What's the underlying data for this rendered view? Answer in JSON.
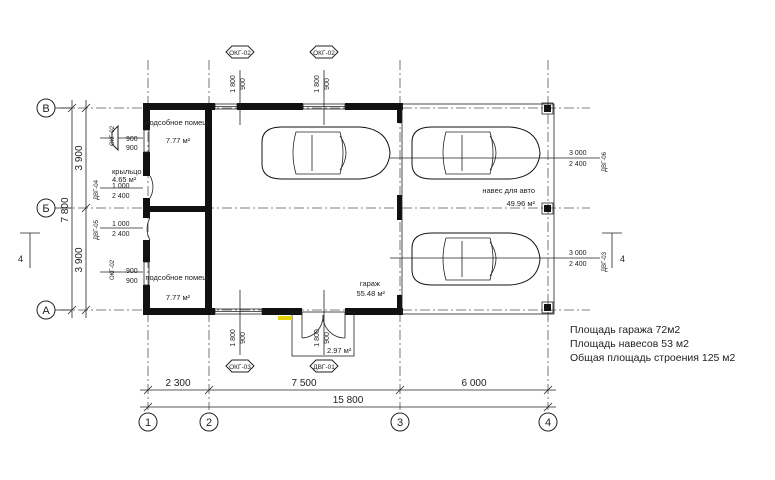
{
  "axes": {
    "letters": [
      "В",
      "Б",
      "А"
    ],
    "numbers": [
      "1",
      "2",
      "3",
      "4"
    ]
  },
  "dimensions": {
    "bottom": [
      "2 300",
      "7 500",
      "6 000"
    ],
    "total": "15 800",
    "left": [
      "3 900",
      "3 900"
    ],
    "left_total": "7 800"
  },
  "rooms": {
    "podsobnoe_top_name": "подсобное помещ.",
    "podsobnoe_top_area": "7.77 м²",
    "kryltso_name": "крыльцо",
    "kryltso_area": "4.65 м²",
    "podsobnoe_bottom_name": "подсобное помещ.",
    "podsobnoe_bottom_area": "7.77 м²",
    "garage_name": "гараж",
    "garage_area": "55.48 м²",
    "naves_name": "навес для авто",
    "naves_area": "49.96 м²",
    "entry_area": "2.97 м²"
  },
  "marks": {
    "okg02": "ОКГ-02",
    "okg03": "ОКГ-03",
    "dvg01": "ДВГ-01",
    "dvg03": "ДВГ-03",
    "dvg04": "ДВГ-04",
    "dvg05": "ДВГ-05",
    "dvg06": "ДВГ-06"
  },
  "sizes": {
    "w1800": "1 800",
    "w900": "900",
    "v3000": "3 000",
    "v2400": "2 400",
    "d1000": "1 000",
    "section": "4"
  },
  "notes": [
    "Площадь гаража 72м2",
    "Площадь навесов 53 м2",
    "Общая площадь строения 125 м2"
  ]
}
